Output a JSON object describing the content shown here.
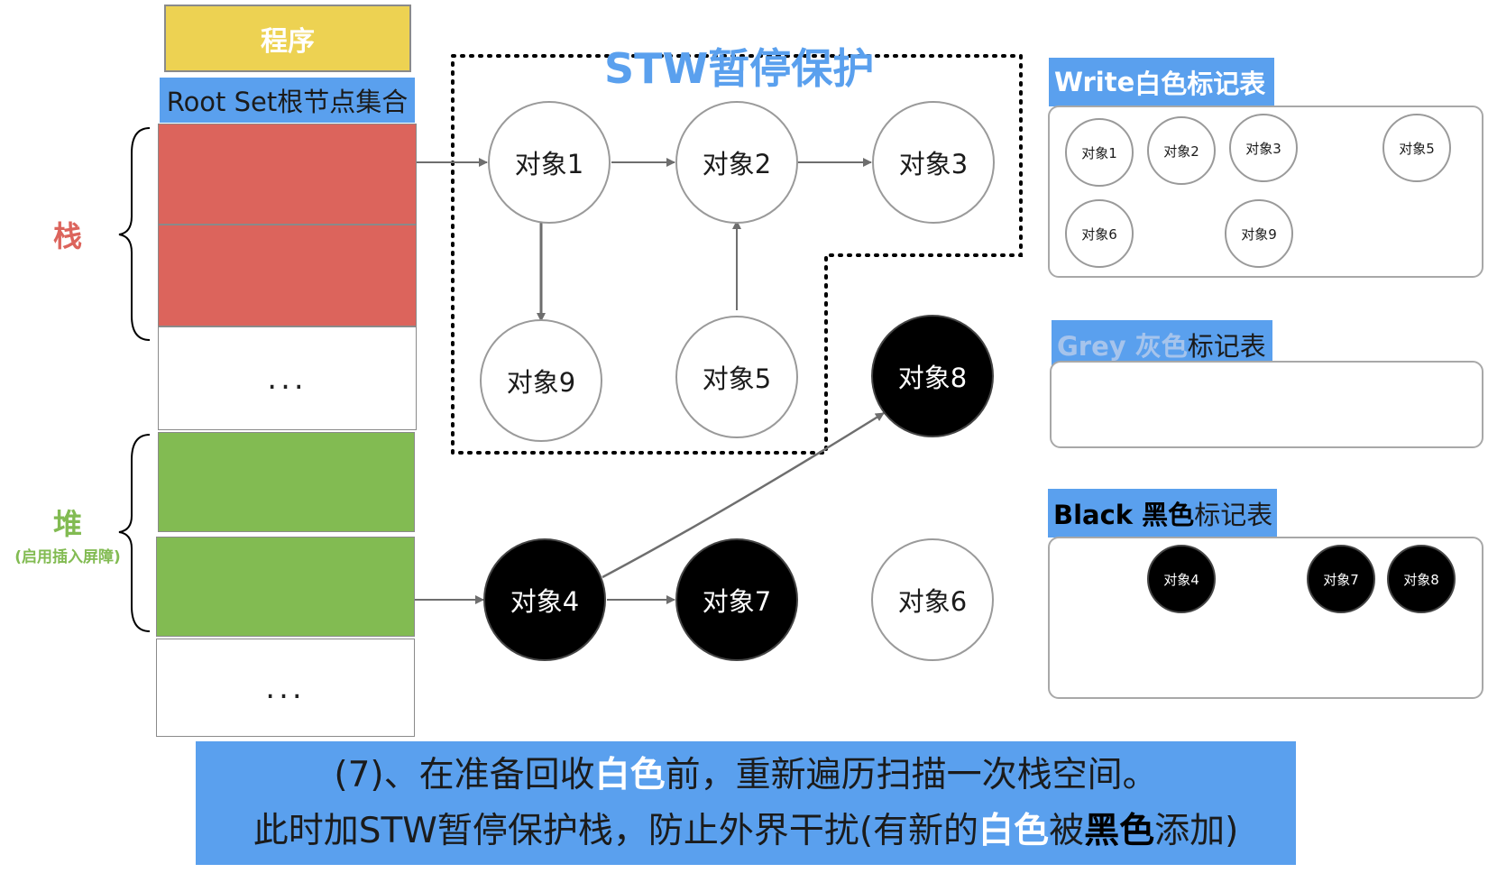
{
  "program": {
    "label": "程序",
    "root_set": "Root Set根节点集合",
    "ellipsis": "..."
  },
  "stack_label": "栈",
  "heap_label": "堆",
  "heap_note": "(启用插入屏障)",
  "stw_title": "STW暂停保护",
  "nodes": {
    "obj1": "对象1",
    "obj2": "对象2",
    "obj3": "对象3",
    "obj9": "对象9",
    "obj5": "对象5",
    "obj8": "对象8",
    "obj4": "对象4",
    "obj7": "对象7",
    "obj6": "对象6"
  },
  "tables": {
    "white": {
      "prefix": "Write",
      "suffix": " 白色标记表",
      "items": [
        "对象1",
        "对象2",
        "对象3",
        "对象5",
        "对象6",
        "对象9"
      ]
    },
    "grey": {
      "prefix": "Grey 灰色",
      "suffix": "标记表",
      "items": []
    },
    "black": {
      "prefix": "Black 黑色",
      "suffix": "标记表",
      "items": [
        "对象4",
        "对象7",
        "对象8"
      ]
    }
  },
  "caption": {
    "line1_a": "(7)、在准备回收",
    "line1_hl": "白色",
    "line1_b": "前，重新遍历扫描一次栈空间。",
    "line2_a": "此时加STW暂停保护栈，防止外界干扰(有新的",
    "line2_hl1": "白色",
    "line2_mid": "被",
    "line2_hl2": "黑色",
    "line2_b": "添加)"
  },
  "colors": {
    "accent_blue": "#5aa0ee",
    "stack_red": "#dc645c",
    "heap_green": "#82bb52",
    "program_yellow": "#edd252"
  }
}
